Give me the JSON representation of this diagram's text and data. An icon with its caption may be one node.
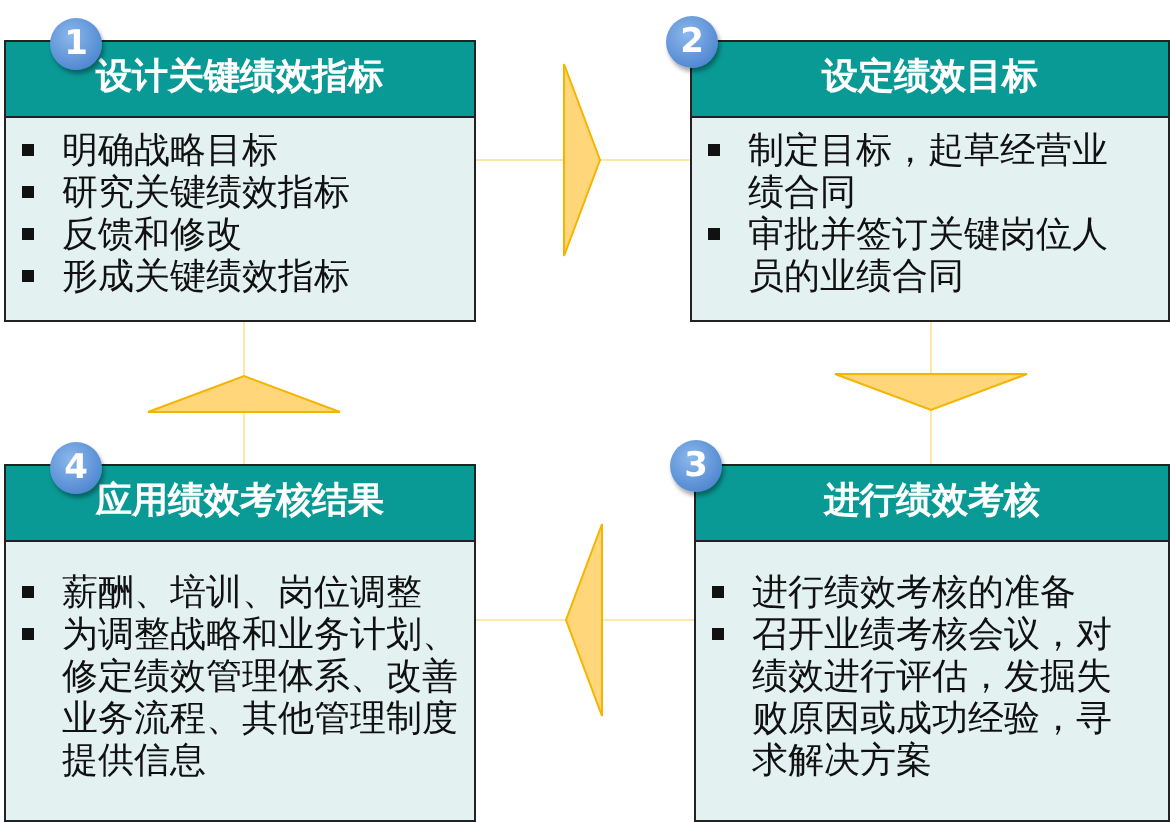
{
  "diagram": {
    "nodes": [
      {
        "text": [
          "1",
          "设计关键绩效指标",
          "明确战略目标",
          "研究关键绩效指标",
          "反馈和修改",
          "形成关键绩效指标"
        ]
      },
      {
        "text": [
          "2",
          "设定绩效目标",
          "制定目标，起草经营业绩合同",
          "审批并签订关键岗位人员的业绩合同"
        ]
      },
      {
        "text": [
          "3",
          "进行绩效考核",
          "进行绩效考核的准备",
          "召开业绩考核会议，对绩效进行评估，发掘失败原因或成功经验，寻求解决方案"
        ]
      },
      {
        "text": [
          "4",
          "应用绩效考核结果",
          "薪酬、培训、岗位调整",
          "为调整战略和业务计划、修定绩效管理体系、改善业务流程、其他管理制度提供信息"
        ]
      }
    ],
    "edges": [
      {
        "from": 0,
        "to": 1,
        "arrow": "to"
      },
      {
        "from": 1,
        "to": 2,
        "arrow": "to"
      },
      {
        "from": 2,
        "to": 3,
        "arrow": "to"
      },
      {
        "from": 3,
        "to": 0,
        "arrow": "to"
      }
    ]
  }
}
